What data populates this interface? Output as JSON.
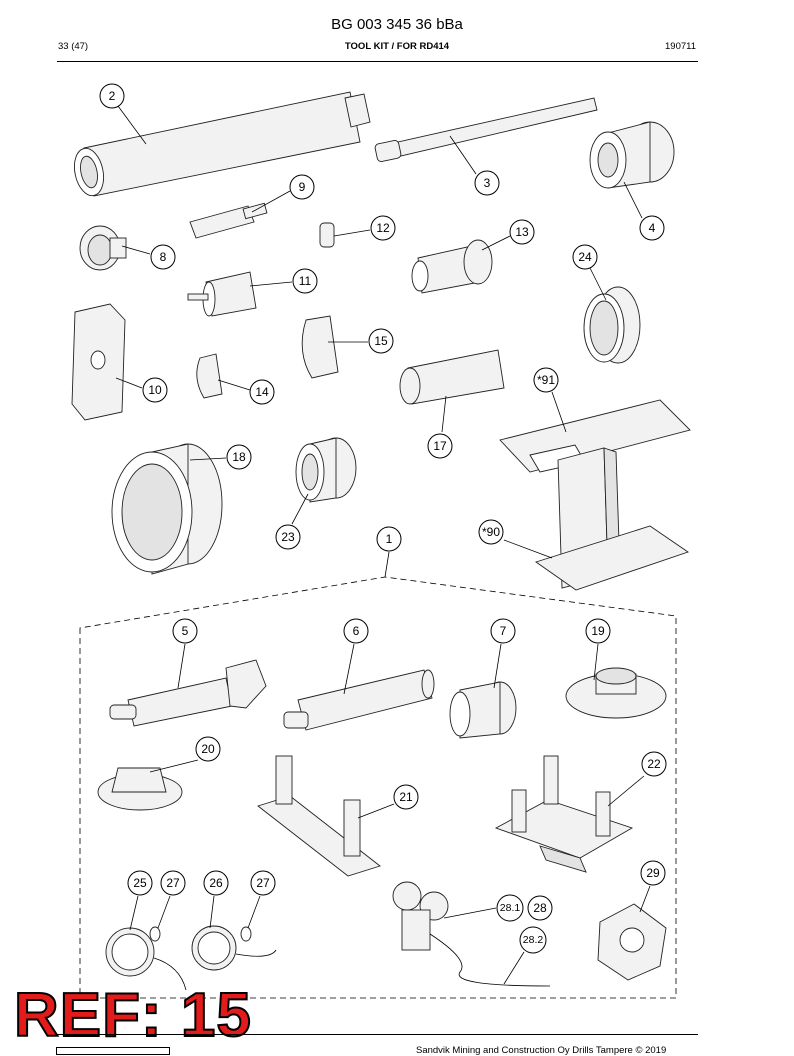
{
  "header": {
    "doc_title": "BG 003 345 36 bBa",
    "page": "33 (47)",
    "section_title": "TOOL KIT / FOR RD414",
    "date_code": "190711"
  },
  "callouts": [
    "2",
    "3",
    "4",
    "9",
    "8",
    "12",
    "13",
    "11",
    "24",
    "15",
    "10",
    "14",
    "*91",
    "17",
    "18",
    "23",
    "1",
    "*90",
    "5",
    "6",
    "7",
    "19",
    "20",
    "22",
    "21",
    "25",
    "27",
    "26",
    "27",
    "28.1",
    "28",
    "28.2",
    "29"
  ],
  "stamp": {
    "text": "REF: 15",
    "color": "#e21b1b"
  },
  "footer": {
    "text": "Sandvik Mining and Construction Oy Drills Tampere © 2019"
  }
}
